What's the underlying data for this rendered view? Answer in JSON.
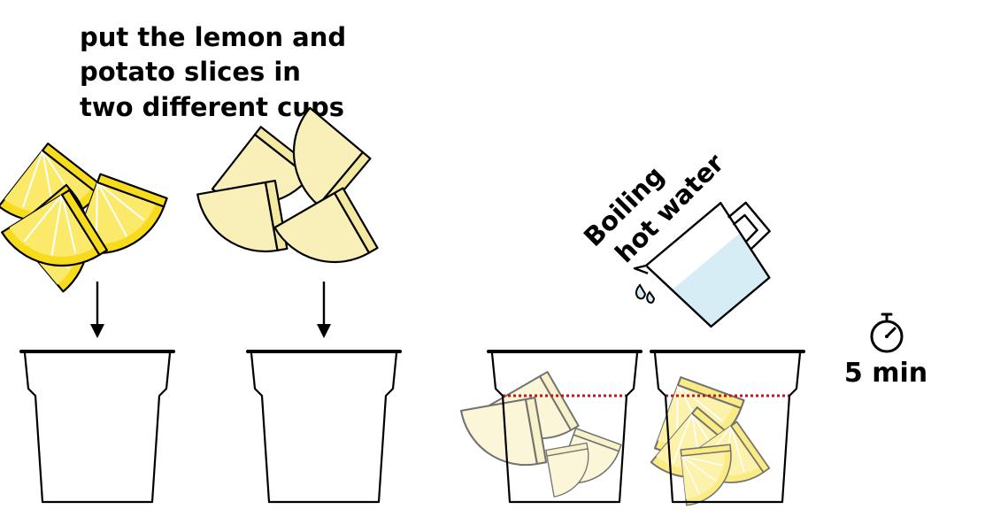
{
  "instruction": {
    "lines": [
      "put the lemon and",
      "potato slices in",
      "two different cups"
    ]
  },
  "water_label": {
    "lines": [
      "Boiling",
      "hot water"
    ]
  },
  "timer": {
    "label": "5 min"
  },
  "colors": {
    "lemon": "#f7dc1e",
    "lemon_light": "#fbe96a",
    "potato": "#f8f0b8",
    "water": "#d6edf5",
    "water_line": "#c0141e",
    "outline": "#000000"
  },
  "icons": {
    "timer": "stopwatch-icon",
    "arrow": "arrow-down-icon",
    "pitcher": "pitcher-icon",
    "drops": "water-drops-icon"
  }
}
